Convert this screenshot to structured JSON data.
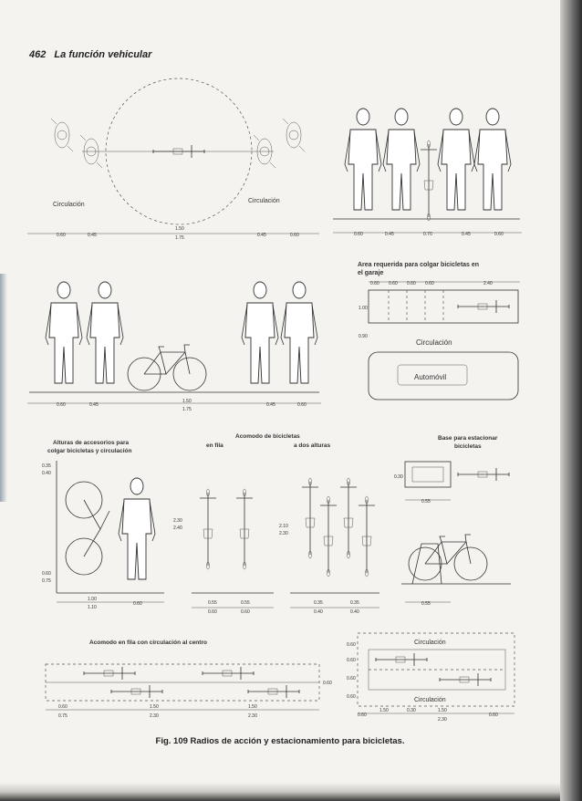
{
  "header": {
    "page_number": "462",
    "title": "La función vehicular"
  },
  "top_left": {
    "circ_left": "Circulación",
    "circ_right": "Circulación",
    "dims": [
      "0.60",
      "0.45",
      "1.50",
      "1.75",
      "0.45",
      "0.60"
    ]
  },
  "top_right": {
    "dims": [
      "0.60",
      "0.45",
      "0.70",
      "0.45",
      "0.60"
    ]
  },
  "mid_left": {
    "dims": [
      "0.60",
      "0.45",
      "1.50",
      "1.75",
      "0.45",
      "0.60"
    ]
  },
  "garage": {
    "title_line1": "Area requerida para colgar bicicletas en",
    "title_line2": "el garaje",
    "top_dims": [
      "0.60",
      "0.60",
      "0.60",
      "0.60",
      "2.40"
    ],
    "side_dim_1": "1.00",
    "side_dim_2": "0.90",
    "circulation": "Circulación",
    "car": "Automóvil"
  },
  "heights": {
    "title_line1": "Alturas de accesorios para",
    "title_line2": "colgar bicicletas y circulación",
    "left_dims_top": [
      "0.35",
      "0.40"
    ],
    "left_dims_bottom": [
      "0.60",
      "0.75"
    ],
    "bottom_dims": [
      "1.00",
      "1.10",
      "0.60"
    ]
  },
  "acomodo": {
    "title": "Acomodo de bicicletas",
    "left_label": "en fila",
    "right_label": "a dos alturas",
    "h_dim_left": [
      "2.30",
      "2.40"
    ],
    "h_dim_right": [
      "2.10",
      "2.30"
    ],
    "bottom_left": [
      "0.55",
      "0.60",
      "0.55",
      "0.60"
    ],
    "bottom_right": [
      "0.35",
      "0.40",
      "0.35",
      "0.40"
    ]
  },
  "base": {
    "title_line1": "Base para estacionar",
    "title_line2": "bicicletas",
    "side_dim": "0.30",
    "top_dim": "0.55",
    "bottom_dim": "0.55"
  },
  "fila": {
    "title": "Acomodo en fila con circulación al centro",
    "dims_left": [
      "0.60",
      "0.75"
    ],
    "dims_mid": [
      "1.50",
      "2.30"
    ],
    "dims_right": [
      "1.50",
      "2.30"
    ],
    "side_dim": "0.60"
  },
  "bottom_right": {
    "circ_top": "Circulación",
    "circ_bottom": "Circulación",
    "side_dims": [
      "0.60",
      "0.60",
      "0.60",
      "0.60"
    ],
    "bottom_dims": [
      "0.60",
      "1.50",
      "0.30",
      "1.50",
      "2.30",
      "0.60"
    ]
  },
  "caption": "Fig. 109 Radios de acción y estacionamiento para bicicletas."
}
